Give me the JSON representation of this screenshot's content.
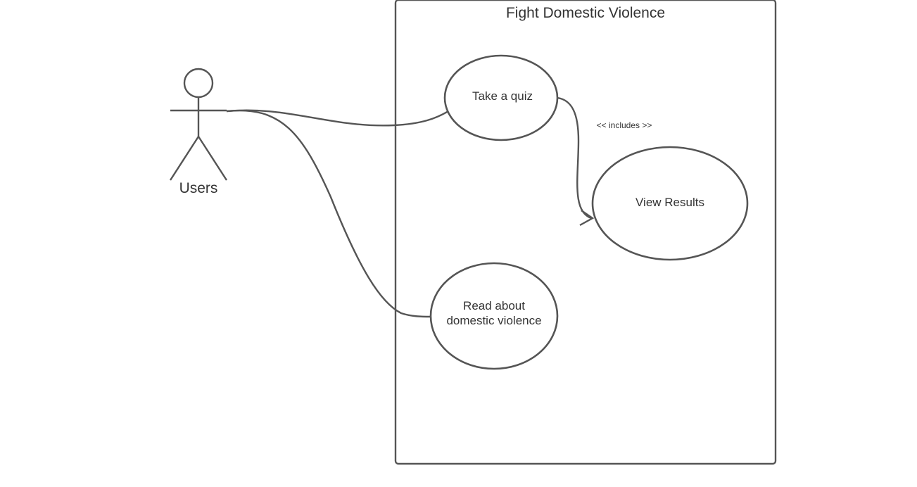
{
  "system": {
    "title": "Fight Domestic Violence"
  },
  "actor": {
    "label": "Users"
  },
  "use_cases": {
    "take_quiz": "Take a quiz",
    "view_results": "View Results",
    "read_about": {
      "line1": "Read about",
      "line2": "domestic violence"
    }
  },
  "relationships": {
    "includes_label": "<< includes >>"
  },
  "colors": {
    "stroke": "#555555",
    "text": "#333333",
    "background": "#ffffff"
  }
}
